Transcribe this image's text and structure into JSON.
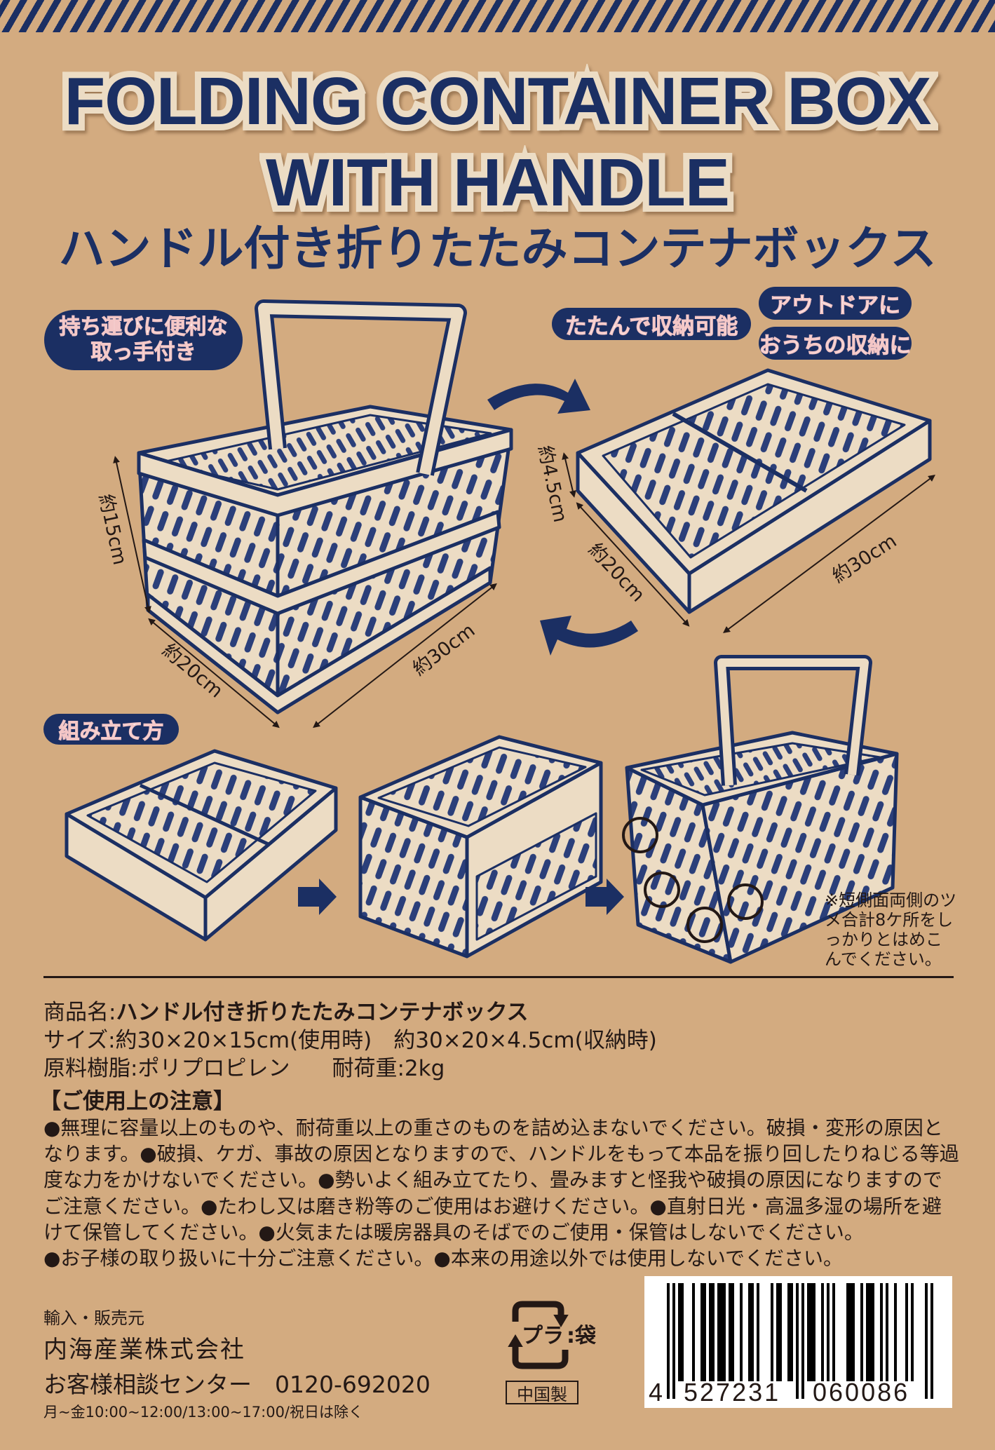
{
  "header": {
    "title_line1": "FOLDING CONTAINER BOX",
    "title_line2": "WITH HANDLE",
    "title_jp": "ハンドル付き折りたたみコンテナボックス"
  },
  "badges": {
    "handle_line1": "持ち運びに便利な",
    "handle_line2": "取っ手付き",
    "foldable": "たたんで収納可能",
    "outdoor": "アウトドアに",
    "home": "おうちの収納に",
    "assembly": "組み立て方"
  },
  "dimensions": {
    "open_height": "約15cm",
    "open_depth": "約20cm",
    "open_width": "約30cm",
    "folded_height": "約4.5cm",
    "folded_depth": "約20cm",
    "folded_width": "約30cm"
  },
  "assembly_note": "※短側面両側のツメ合計8ケ所をしっかりとはめこんでください。",
  "product_info": {
    "name_label": "商品名:",
    "name_value": "ハンドル付き折りたたみコンテナボックス",
    "size": "サイズ:約30×20×15cm(使用時)　約30×20×4.5cm(収納時)",
    "material": "原料樹脂:ポリプロピレン",
    "load": "耐荷重:2kg"
  },
  "caution": {
    "heading": "【ご使用上の注意】",
    "lines": [
      "●無理に容量以上のものや、耐荷重以上の重さのものを詰め込まないでください。破損・変形の原因と",
      "なります。●破損、ケガ、事故の原因となりますので、ハンドルをもって本品を振り回したりねじる等過",
      "度な力をかけないでください。●勢いよく組み立てたり、畳みますと怪我や破損の原因になりますので",
      "ご注意ください。●たわし又は磨き粉等のご使用はお避けください。●直射日光・高温多湿の場所を避",
      "けて保管してください。●火気または暖房器具のそばでのご使用・保管はしないでください。",
      "●お子様の取り扱いに十分ご注意ください。●本来の用途以外では使用しないでください。"
    ]
  },
  "company": {
    "role": "輸入・販売元",
    "name": "内海産業株式会社",
    "support": "お客様相談センター　0120-692020",
    "hours": "月~金10:00~12:00/13:00~17:00/祝日は除く"
  },
  "recycle": {
    "mark": "プラ",
    "label": ":袋"
  },
  "made_in": "中国製",
  "barcode": {
    "digits": "4527231060086",
    "first": "4",
    "left": "527231",
    "right": "060086"
  },
  "colors": {
    "navy": "#1b2f63",
    "kraft": "#d3ab80",
    "cream": "#ecdcc4"
  }
}
